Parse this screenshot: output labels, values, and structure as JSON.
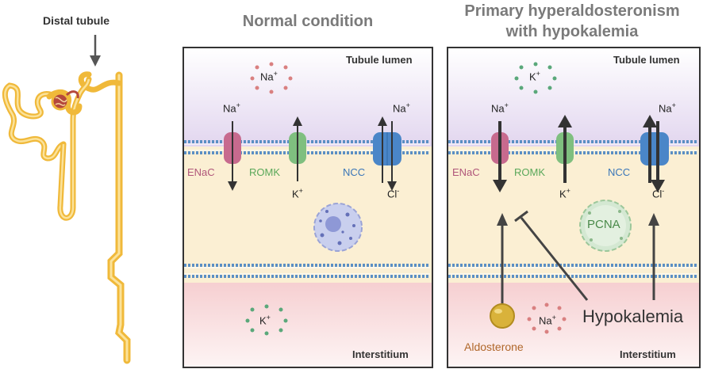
{
  "nephron": {
    "label": "Distal tubule"
  },
  "panels": {
    "normal": {
      "title": "Normal condition",
      "lumen_label": "Tubule lumen",
      "interstitium_label": "Interstitium",
      "lumen_ion": "Na",
      "interstitium_ion": "K"
    },
    "disease": {
      "title_line1": "Primary hyperaldosteronism",
      "title_line2": "with hypokalemia",
      "lumen_label": "Tubule lumen",
      "interstitium_label": "Interstitium",
      "lumen_ion": "K",
      "interstitium_ion": "Na",
      "nucleus_label": "PCNA",
      "aldosterone_label": "Aldosterone",
      "hypokalemia_label": "Hypokalemia"
    }
  },
  "channels": {
    "enac": "ENaC",
    "romk": "ROMK",
    "ncc": "NCC"
  },
  "ions": {
    "na": "Na",
    "k": "K",
    "cl": "Cl",
    "plus": "+",
    "minus": "-"
  },
  "colors": {
    "lumen": "#e3d9ee",
    "cell": "#fbefd3",
    "interstitium": "#f8d7d8",
    "membrane": "#5b8fc4",
    "enac": "#c76a8e",
    "romk": "#7fbf7f",
    "ncc": "#4a86c8",
    "aldosterone": "#d9b23a",
    "tubule": "#f0b93a"
  }
}
